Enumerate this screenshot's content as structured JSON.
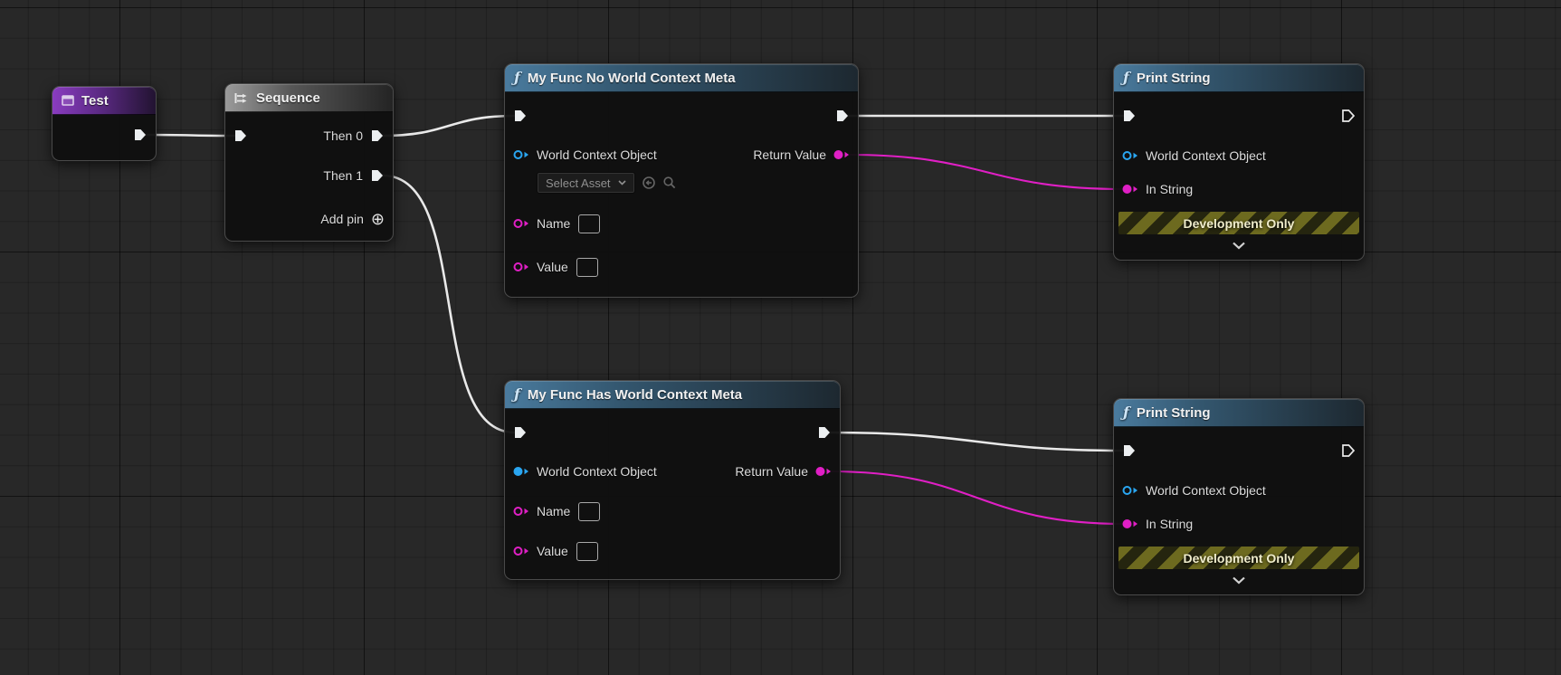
{
  "colors": {
    "exec_wire": "#e9e9e9",
    "string_wire": "#e01fc5",
    "object_pin": "#2aa6f1",
    "string_pin": "#e01fc5"
  },
  "nodes": {
    "test": {
      "title": "Test"
    },
    "sequence": {
      "title": "Sequence",
      "then0": "Then 0",
      "then1": "Then 1",
      "add_pin": "Add pin"
    },
    "func_no_meta": {
      "title": "My Func No World Context Meta",
      "world_context": "World Context Object",
      "select_asset": "Select Asset",
      "name": "Name",
      "value": "Value",
      "return_value": "Return Value"
    },
    "print_string_top": {
      "title": "Print String",
      "world_context": "World Context Object",
      "in_string": "In String",
      "dev_only": "Development Only"
    },
    "func_has_meta": {
      "title": "My Func Has World Context Meta",
      "world_context": "World Context Object",
      "name": "Name",
      "value": "Value",
      "return_value": "Return Value"
    },
    "print_string_bottom": {
      "title": "Print String",
      "world_context": "World Context Object",
      "in_string": "In String",
      "dev_only": "Development Only"
    }
  },
  "wires": [
    {
      "from": "pin-test-exec-out",
      "to": "pin-seq-exec-in",
      "type": "exec"
    },
    {
      "from": "pin-seq-then0",
      "to": "pin-func1-exec-in",
      "type": "exec"
    },
    {
      "from": "pin-seq-then1",
      "to": "pin-func2-exec-in",
      "type": "exec"
    },
    {
      "from": "pin-func1-exec-out",
      "to": "pin-ps1-exec-in",
      "type": "exec"
    },
    {
      "from": "pin-func1-return",
      "to": "pin-ps1-instring",
      "type": "string"
    },
    {
      "from": "pin-func2-exec-out",
      "to": "pin-ps2-exec-in",
      "type": "exec"
    },
    {
      "from": "pin-func2-return",
      "to": "pin-ps2-instring",
      "type": "string"
    }
  ]
}
